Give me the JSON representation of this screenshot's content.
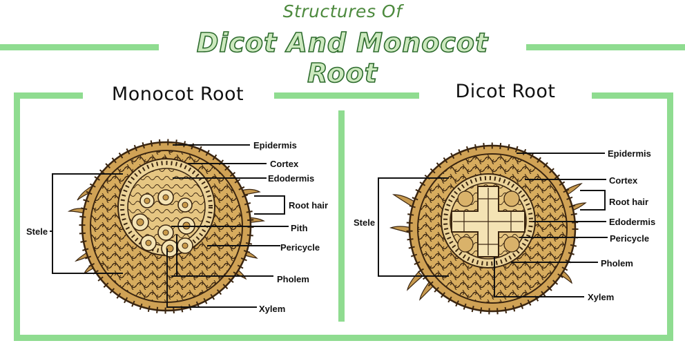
{
  "header": {
    "subtitle": "Structures Of",
    "title": "Dicot And Monocot Root"
  },
  "monocot": {
    "title": "Monocot Root",
    "labels": {
      "epidermis": "Epidermis",
      "cortex": "Cortex",
      "endodermis": "Edodermis",
      "root_hair": "Root hair",
      "pith": "Pith",
      "pericycle": "Pericycle",
      "phloem": "Pholem",
      "xylem": "Xylem",
      "stele": "Stele"
    }
  },
  "dicot": {
    "title": "Dicot Root",
    "labels": {
      "epidermis": "Epidermis",
      "cortex": "Cortex",
      "root_hair": "Root hair",
      "endodermis": "Edodermis",
      "pericycle": "Pericycle",
      "phloem": "Pholem",
      "xylem": "Xylem",
      "stele": "Stele"
    }
  },
  "colors": {
    "frame_green": "#8fdc90",
    "tissue_tan": "#d7ac5e",
    "tissue_light": "#ecd49a",
    "outline": "#3a2510"
  }
}
